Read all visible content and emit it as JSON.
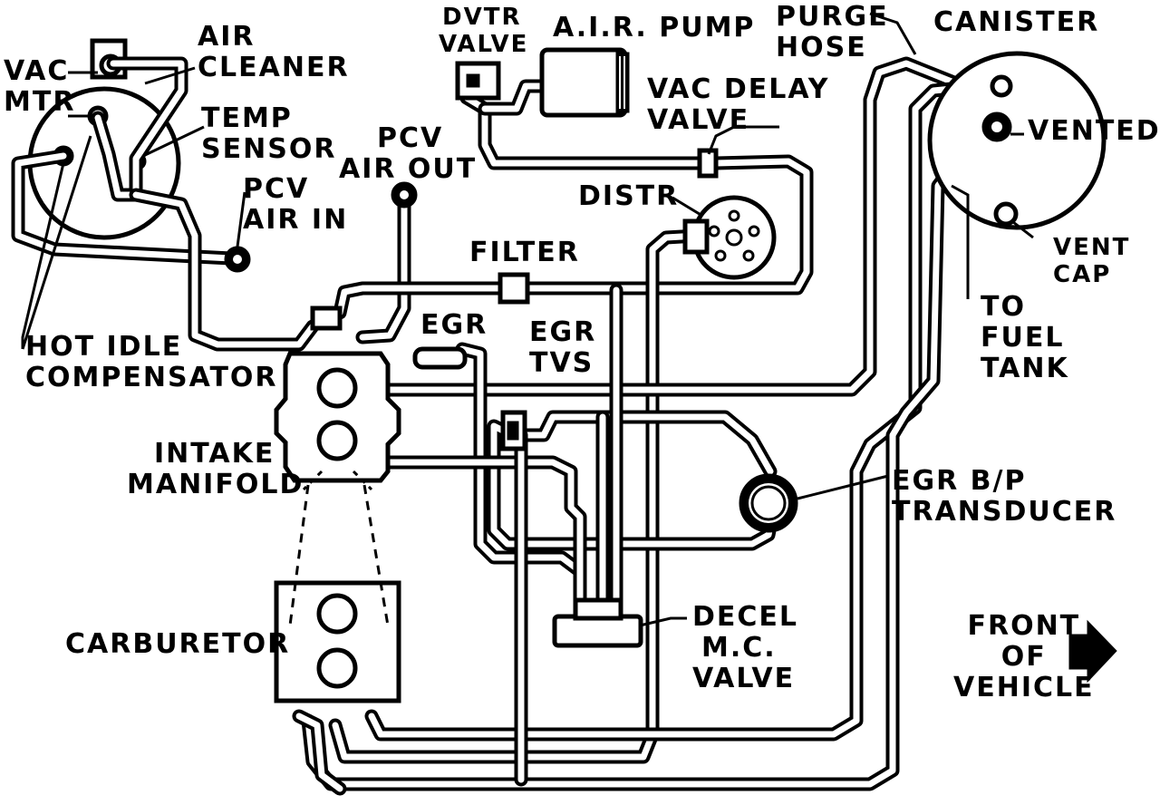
{
  "labels": {
    "vac_mtr": [
      "VAC",
      "MTR"
    ],
    "air_cleaner": [
      "AIR",
      "CLEANER"
    ],
    "temp_sensor": [
      "TEMP",
      "SENSOR"
    ],
    "pcv_air_in": [
      "PCV",
      "AIR IN"
    ],
    "pcv_air_out": [
      "PCV",
      "AIR OUT"
    ],
    "dvtr_valve": [
      "DVTR",
      "VALVE"
    ],
    "air_pump": "A.I.R. PUMP",
    "vac_delay_valve": [
      "VAC DELAY",
      "VALVE"
    ],
    "purge_hose": [
      "PURGE",
      "HOSE"
    ],
    "canister": "CANISTER",
    "vented": "VENTED",
    "vent_cap": [
      "VENT",
      "CAP"
    ],
    "to_fuel_tank": [
      "TO",
      "FUEL",
      "TANK"
    ],
    "distr": "DISTR",
    "filter": "FILTER",
    "egr": "EGR",
    "egr_tvs": [
      "EGR",
      "TVS"
    ],
    "hot_idle_compensator": [
      "HOT IDLE",
      "COMPENSATOR"
    ],
    "intake_manifold": [
      "INTAKE",
      "MANIFOLD"
    ],
    "egr_bp_transducer": [
      "EGR B/P",
      "TRANSDUCER"
    ],
    "carburetor": "CARBURETOR",
    "decel_mc_valve": [
      "DECEL",
      "M.C.",
      "VALVE"
    ],
    "front_of_vehicle": [
      "FRONT",
      "OF",
      "VEHICLE"
    ]
  }
}
